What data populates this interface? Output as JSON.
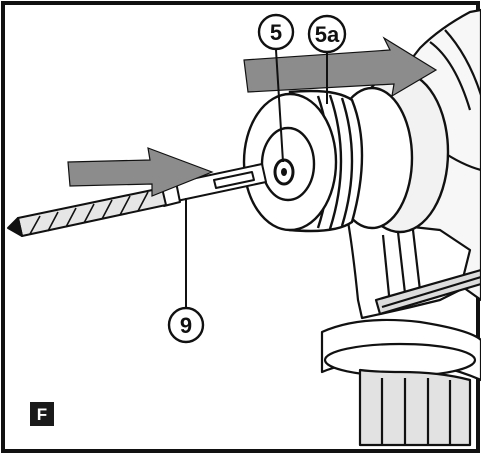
{
  "figure": {
    "panel_label": "F",
    "callouts": {
      "chuck_opening": "5",
      "locking_sleeve": "5a",
      "drill_bit": "9"
    }
  },
  "colors": {
    "line": "#111111",
    "arrow_gray": "#8c8c8c",
    "tool_gray": "#f4f4f4",
    "frame": "#111111",
    "label_bg": "#1a1a1a"
  }
}
